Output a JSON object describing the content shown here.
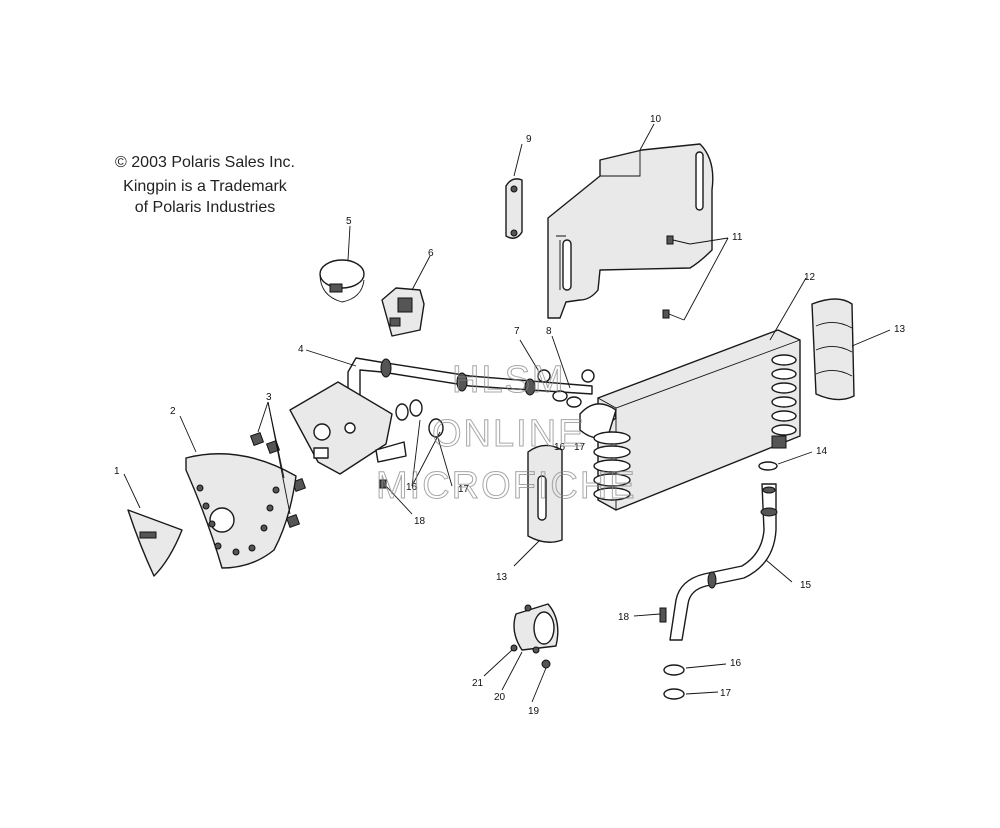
{
  "copyright": {
    "line1": "© 2003 Polaris Sales Inc.",
    "line2": "Kingpin is a Trademark",
    "line3": "of Polaris Industries"
  },
  "watermark": {
    "line1": "HLSM",
    "line2": "ONLINE",
    "line3": "MICROFICHE"
  },
  "callouts": {
    "c1": "1",
    "c2": "2",
    "c3": "3",
    "c4": "4",
    "c5": "5",
    "c6": "6",
    "c7": "7",
    "c8": "8",
    "c9": "9",
    "c10": "10",
    "c11": "11",
    "c12": "12",
    "c13a": "13",
    "c13b": "13",
    "c14": "14",
    "c15": "15",
    "c16a": "16",
    "c16b": "16",
    "c16c": "16",
    "c17a": "17",
    "c17b": "17",
    "c17c": "17",
    "c18a": "18",
    "c18b": "18",
    "c19": "19",
    "c20": "20",
    "c21": "21"
  },
  "colors": {
    "line": "#1a1a1a",
    "fill": "#e9e9e9",
    "watermark": "#8a8a8a"
  }
}
